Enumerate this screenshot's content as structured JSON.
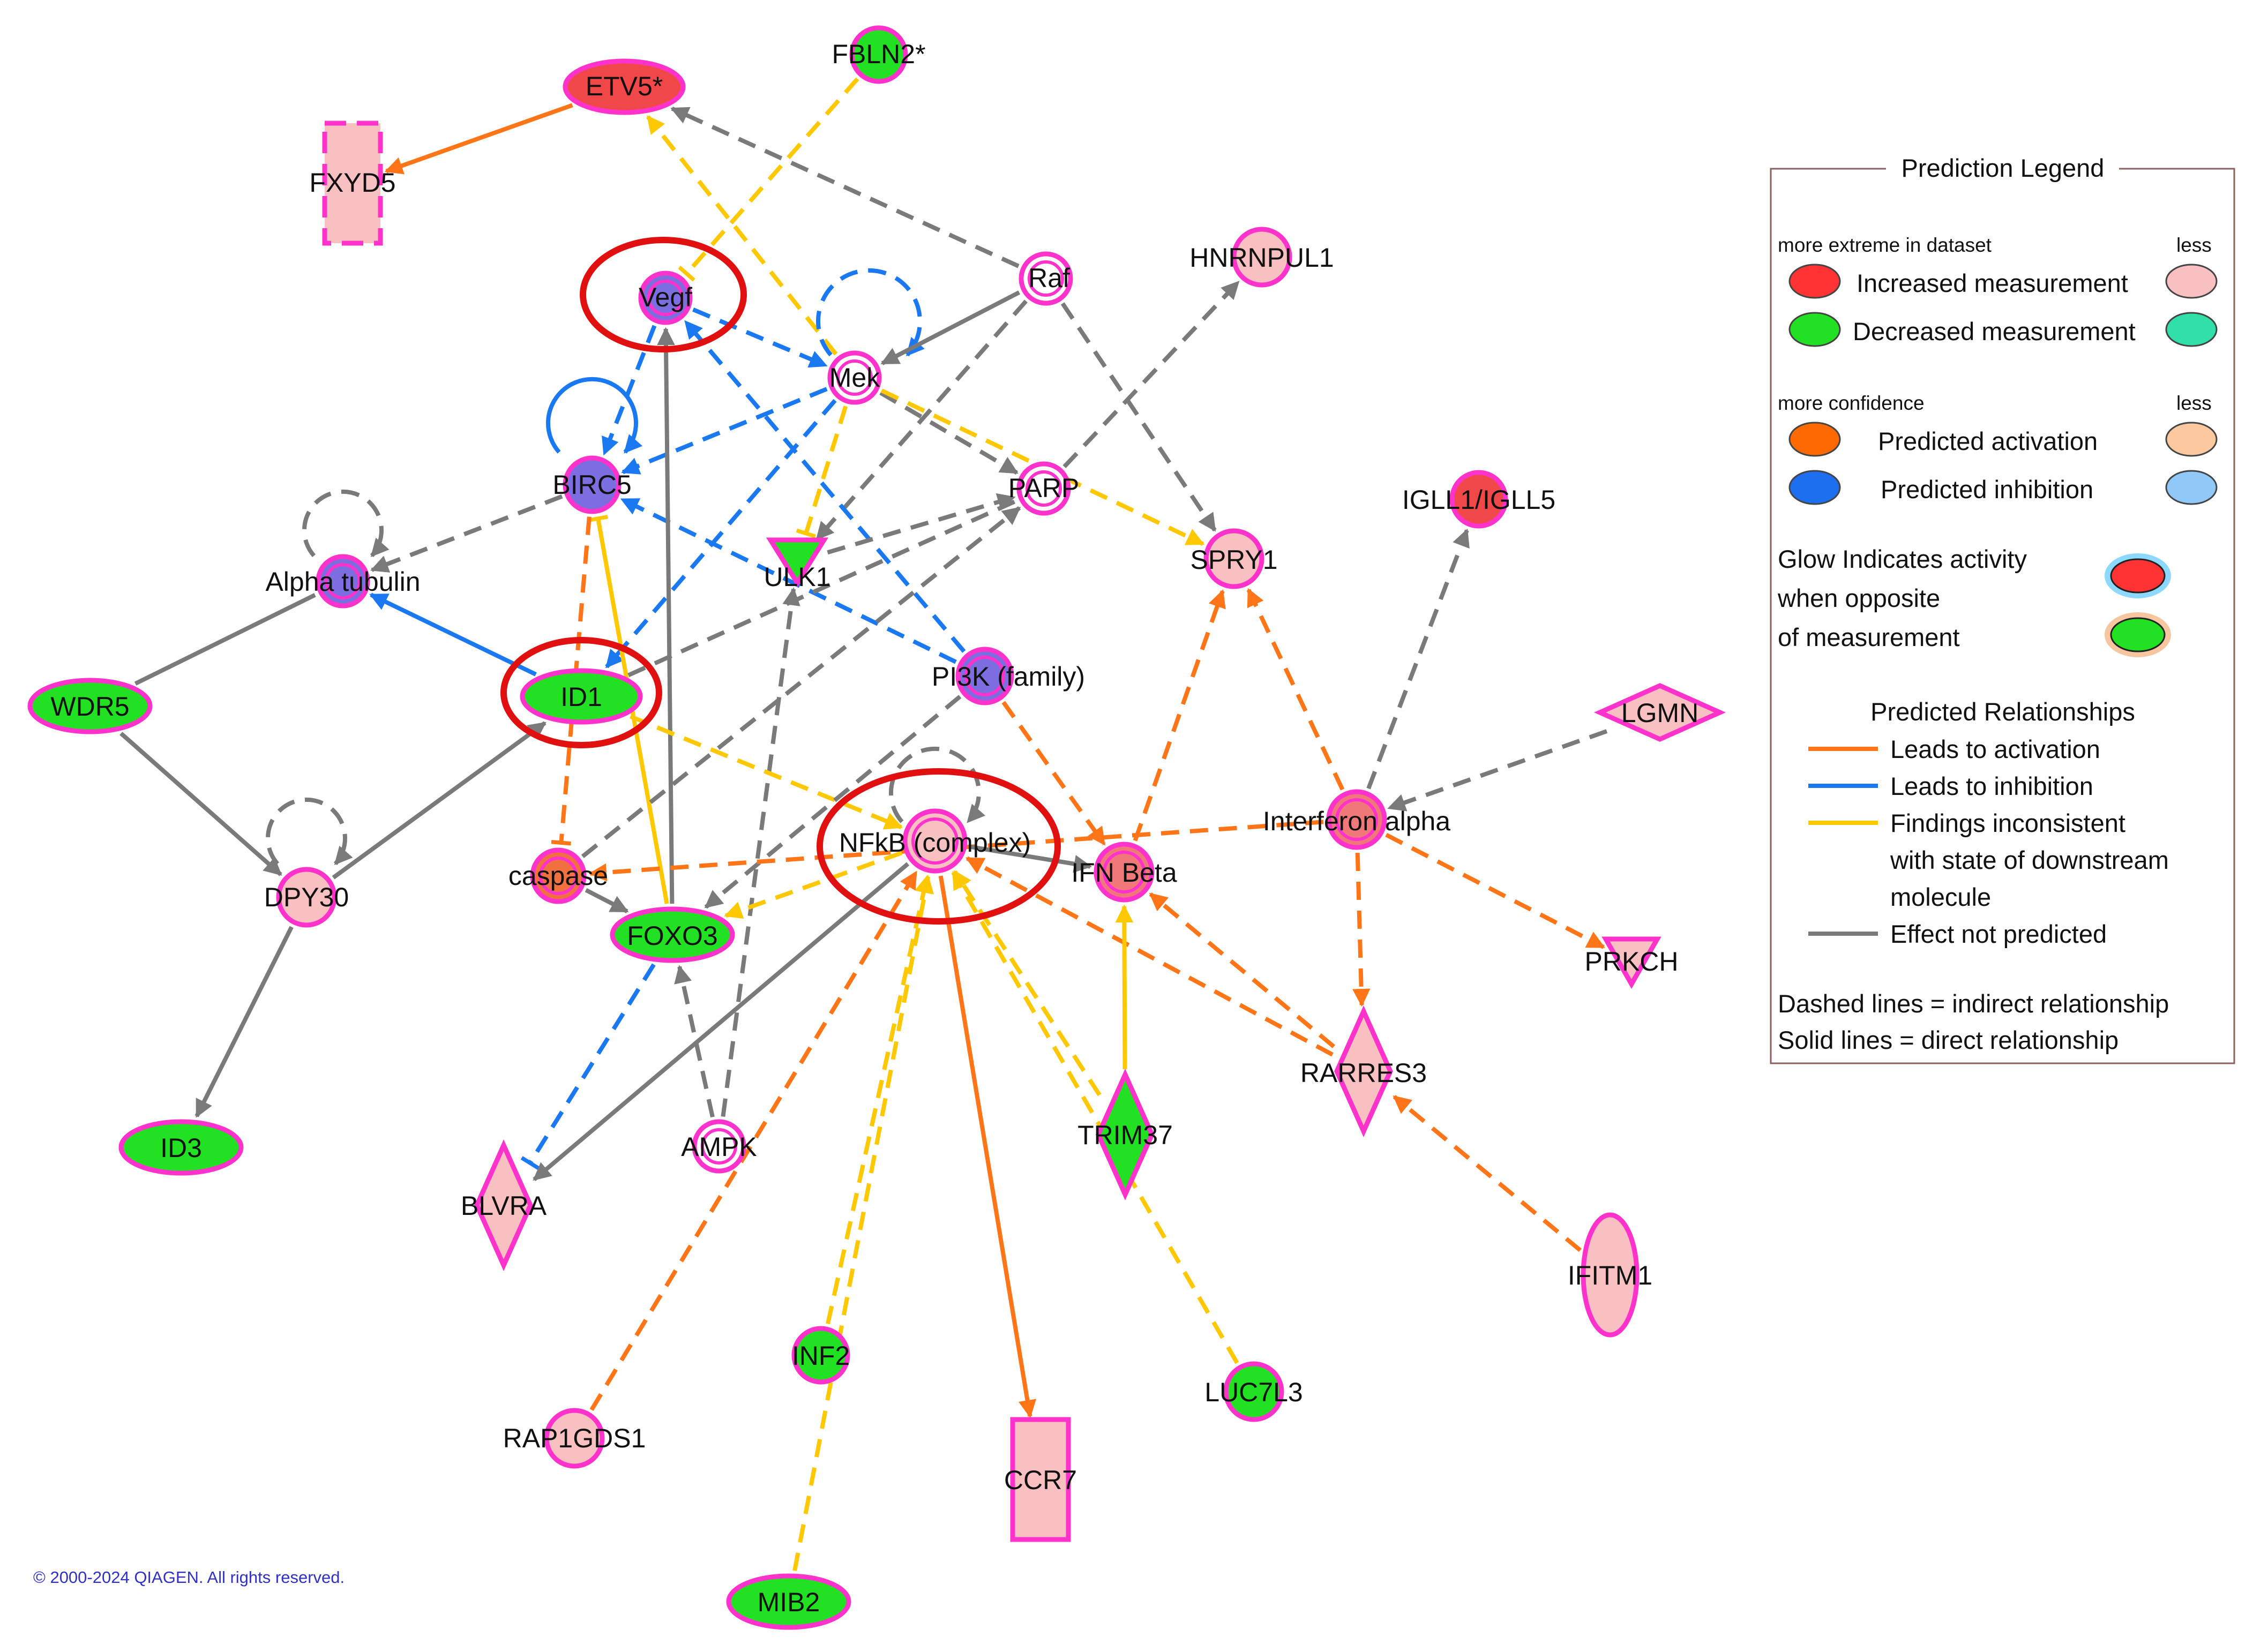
{
  "colors": {
    "node_outline": "#ff33cc",
    "increased_strong": "#ff3333",
    "increased_weak": "#f8c0c0",
    "decreased_strong": "#22e022",
    "decreased_weak": "#30e0a8",
    "activation_strong": "#ff6a00",
    "activation_weak": "#fcc8a0",
    "inhibition_strong": "#1e6ef0",
    "inhibition_weak": "#90c8f8",
    "edge_activation": "#ff7518",
    "edge_inhibition": "#1a78f0",
    "edge_inconsistent": "#ffc800",
    "edge_not_predicted": "#7a7a7a",
    "highlight_ring": "#e01010",
    "legend_border": "#8a6060",
    "copyright": "#3030c8"
  },
  "nodes": [
    {
      "id": "ETV5",
      "label": "ETV5*",
      "shape": "ellipse",
      "fill": "#f04848"
    },
    {
      "id": "FBLN2",
      "label": "FBLN2*",
      "shape": "circle",
      "fill": "#22e022"
    },
    {
      "id": "FXYD5",
      "label": "FXYD5",
      "shape": "rect-dashed",
      "fill": "#f8c0c0"
    },
    {
      "id": "Vegf",
      "label": "Vegf",
      "shape": "double-circle",
      "fill": "#7a6ee0"
    },
    {
      "id": "Raf",
      "label": "Raf",
      "shape": "double-circle",
      "fill": "#ffffff"
    },
    {
      "id": "HNRNPUL1",
      "label": "HNRNPUL1",
      "shape": "circle",
      "fill": "#f8c0c0"
    },
    {
      "id": "Mek",
      "label": "Mek",
      "shape": "double-circle",
      "fill": "#ffffff"
    },
    {
      "id": "BIRC5",
      "label": "BIRC5",
      "shape": "circle",
      "fill": "#7a6ee0"
    },
    {
      "id": "PARP",
      "label": "PARP",
      "shape": "double-circle",
      "fill": "#ffffff"
    },
    {
      "id": "IGLL1",
      "label": "IGLL1/IGLL5",
      "shape": "circle",
      "fill": "#f04848"
    },
    {
      "id": "SPRY1",
      "label": "SPRY1",
      "shape": "circle",
      "fill": "#f8c0c0"
    },
    {
      "id": "AlphaTubulin",
      "label": "Alpha tubulin",
      "shape": "double-circle",
      "fill": "#7a6ee0"
    },
    {
      "id": "ULK1",
      "label": "ULK1",
      "shape": "triangle-down",
      "fill": "#22e022"
    },
    {
      "id": "WDR5",
      "label": "WDR5",
      "shape": "ellipse",
      "fill": "#22e022"
    },
    {
      "id": "ID1",
      "label": "ID1",
      "shape": "ellipse",
      "fill": "#22e022"
    },
    {
      "id": "PI3K",
      "label": "PI3K (family)",
      "shape": "double-circle",
      "fill": "#7a6ee0"
    },
    {
      "id": "LGMN",
      "label": "LGMN",
      "shape": "diamond-wide",
      "fill": "#f8c0c0"
    },
    {
      "id": "InterferonAlpha",
      "label": "Interferon alpha",
      "shape": "double-circle",
      "fill": "#f07878"
    },
    {
      "id": "NFkB",
      "label": "NFkB (complex)",
      "shape": "double-circle",
      "fill": "#f8c0c0"
    },
    {
      "id": "caspase",
      "label": "caspase",
      "shape": "double-circle",
      "fill": "#f07040"
    },
    {
      "id": "IFNBeta",
      "label": "IFN Beta",
      "shape": "double-circle",
      "fill": "#f07878"
    },
    {
      "id": "DPY30",
      "label": "DPY30",
      "shape": "circle",
      "fill": "#f8c0c0"
    },
    {
      "id": "FOXO3",
      "label": "FOXO3",
      "shape": "ellipse",
      "fill": "#22e022"
    },
    {
      "id": "PRKCH",
      "label": "PRKCH",
      "shape": "triangle-down",
      "fill": "#f8c0c0"
    },
    {
      "id": "RARRES3",
      "label": "RARRES3",
      "shape": "diamond-tall",
      "fill": "#f8c0c0"
    },
    {
      "id": "ID3",
      "label": "ID3",
      "shape": "ellipse",
      "fill": "#22e022"
    },
    {
      "id": "AMPK",
      "label": "AMPK",
      "shape": "double-circle",
      "fill": "#ffffff"
    },
    {
      "id": "TRIM37",
      "label": "TRIM37",
      "shape": "diamond-tall",
      "fill": "#22e022"
    },
    {
      "id": "BLVRA",
      "label": "BLVRA",
      "shape": "diamond-tall",
      "fill": "#f8c0c0"
    },
    {
      "id": "IFITM1",
      "label": "IFITM1",
      "shape": "ellipse-tall",
      "fill": "#f8c0c0"
    },
    {
      "id": "INF2",
      "label": "INF2",
      "shape": "circle",
      "fill": "#22e022"
    },
    {
      "id": "LUC7L3",
      "label": "LUC7L3",
      "shape": "circle",
      "fill": "#22e022"
    },
    {
      "id": "RAP1GDS1",
      "label": "RAP1GDS1",
      "shape": "circle",
      "fill": "#f8c0c0"
    },
    {
      "id": "CCR7",
      "label": "CCR7",
      "shape": "rect-tall",
      "fill": "#f8c0c0"
    },
    {
      "id": "MIB2",
      "label": "MIB2",
      "shape": "ellipse",
      "fill": "#22e022"
    }
  ],
  "edges": [
    {
      "from": "ETV5",
      "to": "FXYD5",
      "type": "activation",
      "style": "solid",
      "head": "arrow"
    },
    {
      "from": "FBLN2",
      "to": "Vegf",
      "type": "inconsistent",
      "style": "dashed",
      "head": "bar"
    },
    {
      "from": "Raf",
      "to": "ETV5",
      "type": "not_predicted",
      "style": "dashed",
      "head": "arrow"
    },
    {
      "from": "Mek",
      "to": "ETV5",
      "type": "inconsistent",
      "style": "dashed",
      "head": "arrow"
    },
    {
      "from": "Vegf",
      "to": "Mek",
      "type": "inhibition",
      "style": "dashed",
      "head": "arrow"
    },
    {
      "from": "Mek",
      "to": "Mek",
      "type": "inhibition",
      "style": "dashed",
      "head": "arrow",
      "self": true
    },
    {
      "from": "Raf",
      "to": "Mek",
      "type": "not_predicted",
      "style": "solid",
      "head": "arrow"
    },
    {
      "from": "Raf",
      "to": "SPRY1",
      "type": "not_predicted",
      "style": "dashed",
      "head": "arrow"
    },
    {
      "from": "Raf",
      "to": "ULK1",
      "type": "not_predicted",
      "style": "dashed",
      "head": "arrow"
    },
    {
      "from": "PARP",
      "to": "HNRNPUL1",
      "type": "not_predicted",
      "style": "dashed",
      "head": "arrow"
    },
    {
      "from": "Mek",
      "to": "PARP",
      "type": "not_predicted",
      "style": "dashed",
      "head": "arrow"
    },
    {
      "from": "Mek",
      "to": "SPRY1",
      "type": "inconsistent",
      "style": "dashed",
      "head": "arrow"
    },
    {
      "from": "Mek",
      "to": "BIRC5",
      "type": "inhibition",
      "style": "dashed",
      "head": "arrow"
    },
    {
      "from": "Mek",
      "to": "ID1",
      "type": "inhibition",
      "style": "dashed",
      "head": "arrow"
    },
    {
      "from": "Mek",
      "to": "ULK1",
      "type": "inconsistent",
      "style": "dashed",
      "head": "bar"
    },
    {
      "from": "Vegf",
      "to": "BIRC5",
      "type": "inhibition",
      "style": "dashed",
      "head": "arrow"
    },
    {
      "from": "BIRC5",
      "to": "BIRC5",
      "type": "inhibition",
      "style": "solid",
      "head": "arrow",
      "self": true
    },
    {
      "from": "PI3K",
      "to": "Vegf",
      "type": "inhibition",
      "style": "dashed",
      "head": "arrow"
    },
    {
      "from": "PI3K",
      "to": "BIRC5",
      "type": "inhibition",
      "style": "dashed",
      "head": "arrow"
    },
    {
      "from": "BIRC5",
      "to": "AlphaTubulin",
      "type": "not_predicted",
      "style": "dashed",
      "head": "arrow"
    },
    {
      "from": "AlphaTubulin",
      "to": "AlphaTubulin",
      "type": "not_predicted",
      "style": "dashed",
      "head": "arrow",
      "self": true
    },
    {
      "from": "ID1",
      "to": "AlphaTubulin",
      "type": "inhibition",
      "style": "solid",
      "head": "arrow"
    },
    {
      "from": "WDR5",
      "to": "AlphaTubulin",
      "type": "not_predicted",
      "style": "solid",
      "head": "none"
    },
    {
      "from": "FOXO3",
      "to": "Vegf",
      "type": "not_predicted",
      "style": "solid",
      "head": "arrow"
    },
    {
      "from": "FOXO3",
      "to": "BIRC5",
      "type": "inconsistent",
      "style": "solid",
      "head": "bar"
    },
    {
      "from": "BIRC5",
      "to": "caspase",
      "type": "activation",
      "style": "dashed",
      "head": "bar"
    },
    {
      "from": "ID1",
      "to": "PARP",
      "type": "not_predicted",
      "style": "dashed",
      "head": "none"
    },
    {
      "from": "ULK1",
      "to": "PARP",
      "type": "not_predicted",
      "style": "dashed",
      "head": "arrow"
    },
    {
      "from": "caspase",
      "to": "PARP",
      "type": "not_predicted",
      "style": "dashed",
      "head": "arrow"
    },
    {
      "from": "AMPK",
      "to": "ULK1",
      "type": "not_predicted",
      "style": "dashed",
      "head": "arrow"
    },
    {
      "from": "ID1",
      "to": "NFkB",
      "type": "inconsistent",
      "style": "dashed",
      "head": "arrow"
    },
    {
      "from": "PI3K",
      "to": "FOXO3",
      "type": "not_predicted",
      "style": "dashed",
      "head": "arrow"
    },
    {
      "from": "PI3K",
      "to": "IFNBeta",
      "type": "activation",
      "style": "dashed",
      "head": "arrow"
    },
    {
      "from": "NFkB",
      "to": "NFkB",
      "type": "not_predicted",
      "style": "dashed",
      "head": "arrow",
      "self": true
    },
    {
      "from": "DPY30",
      "to": "DPY30",
      "type": "not_predicted",
      "style": "dashed",
      "head": "arrow",
      "self": true
    },
    {
      "from": "InterferonAlpha",
      "to": "caspase",
      "type": "activation",
      "style": "dashed",
      "head": "arrow"
    },
    {
      "from": "NFkB",
      "to": "IFNBeta",
      "type": "not_predicted",
      "style": "solid",
      "head": "arrow"
    },
    {
      "from": "NFkB",
      "to": "FOXO3",
      "type": "inconsistent",
      "style": "dashed",
      "head": "arrow"
    },
    {
      "from": "caspase",
      "to": "FOXO3",
      "type": "not_predicted",
      "style": "solid",
      "head": "arrow"
    },
    {
      "from": "WDR5",
      "to": "DPY30",
      "type": "not_predicted",
      "style": "solid",
      "head": "arrow"
    },
    {
      "from": "DPY30",
      "to": "ID1",
      "type": "not_predicted",
      "style": "solid",
      "head": "arrow"
    },
    {
      "from": "DPY30",
      "to": "ID3",
      "type": "not_predicted",
      "style": "solid",
      "head": "arrow"
    },
    {
      "from": "NFkB",
      "to": "BLVRA",
      "type": "not_predicted",
      "style": "solid",
      "head": "arrow"
    },
    {
      "from": "FOXO3",
      "to": "BLVRA",
      "type": "inhibition",
      "style": "dashed",
      "head": "bar"
    },
    {
      "from": "AMPK",
      "to": "FOXO3",
      "type": "not_predicted",
      "style": "dashed",
      "head": "arrow"
    },
    {
      "from": "IFNBeta",
      "to": "SPRY1",
      "type": "activation",
      "style": "dashed",
      "head": "arrow"
    },
    {
      "from": "InterferonAlpha",
      "to": "SPRY1",
      "type": "activation",
      "style": "dashed",
      "head": "arrow"
    },
    {
      "from": "InterferonAlpha",
      "to": "IGLL1",
      "type": "not_predicted",
      "style": "dashed",
      "head": "arrow"
    },
    {
      "from": "LGMN",
      "to": "InterferonAlpha",
      "type": "not_predicted",
      "style": "dashed",
      "head": "arrow"
    },
    {
      "from": "InterferonAlpha",
      "to": "PRKCH",
      "type": "activation",
      "style": "dashed",
      "head": "arrow"
    },
    {
      "from": "InterferonAlpha",
      "to": "RARRES3",
      "type": "activation",
      "style": "dashed",
      "head": "arrow"
    },
    {
      "from": "RARRES3",
      "to": "NFkB",
      "type": "activation",
      "style": "dashed",
      "head": "arrow"
    },
    {
      "from": "RARRES3",
      "to": "IFNBeta",
      "type": "activation",
      "style": "dashed",
      "head": "arrow"
    },
    {
      "from": "IFITM1",
      "to": "RARRES3",
      "type": "activation",
      "style": "dashed",
      "head": "arrow"
    },
    {
      "from": "TRIM37",
      "to": "IFNBeta",
      "type": "inconsistent",
      "style": "solid",
      "head": "arrow"
    },
    {
      "from": "TRIM37",
      "to": "NFkB",
      "type": "inconsistent",
      "style": "dashed",
      "head": "arrow"
    },
    {
      "from": "LUC7L3",
      "to": "NFkB",
      "type": "inconsistent",
      "style": "dashed",
      "head": "arrow"
    },
    {
      "from": "INF2",
      "to": "NFkB",
      "type": "inconsistent",
      "style": "dashed",
      "head": "arrow"
    },
    {
      "from": "MIB2",
      "to": "NFkB",
      "type": "inconsistent",
      "style": "dashed",
      "head": "arrow"
    },
    {
      "from": "RAP1GDS1",
      "to": "NFkB",
      "type": "activation",
      "style": "dashed",
      "head": "arrow"
    },
    {
      "from": "NFkB",
      "to": "CCR7",
      "type": "activation",
      "style": "solid",
      "head": "arrow"
    }
  ],
  "highlights": [
    "Vegf",
    "ID1",
    "NFkB"
  ],
  "legend": {
    "title": "Prediction Legend",
    "dataset_header": "more extreme in dataset",
    "dataset_less": "less",
    "increased": "Increased measurement",
    "decreased": "Decreased measurement",
    "confidence_header": "more confidence",
    "confidence_less": "less",
    "activation": "Predicted activation",
    "inhibition": "Predicted inhibition",
    "glow_line1": "Glow Indicates activity",
    "glow_line2": "when opposite",
    "glow_line3": "of measurement",
    "relationships_title": "Predicted Relationships",
    "rel_activation": "Leads to activation",
    "rel_inhibition": "Leads to inhibition",
    "rel_inconsistent_1": "Findings inconsistent",
    "rel_inconsistent_2": "with state of downstream",
    "rel_inconsistent_3": "molecule",
    "rel_not_predicted": "Effect not predicted",
    "dashed_note": "Dashed lines = indirect relationship",
    "solid_note": "Solid lines = direct relationship"
  },
  "copyright": "© 2000-2024 QIAGEN. All rights reserved."
}
